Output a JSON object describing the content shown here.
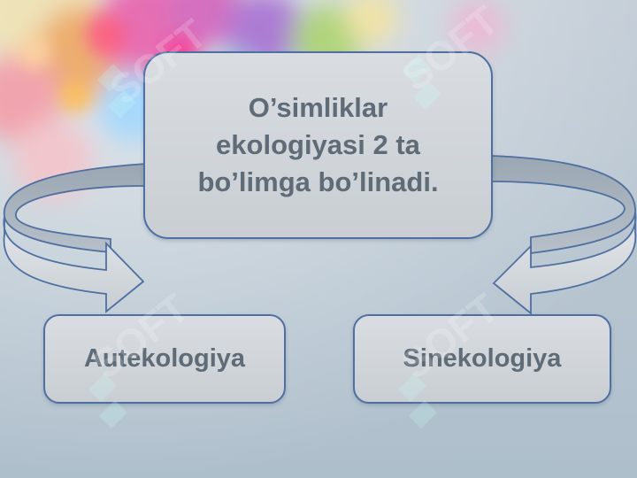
{
  "diagram": {
    "root": {
      "label": "O’simliklar ekologiyasi 2 ta bo’limga bo’linadi."
    },
    "children": [
      {
        "label": "Autekologiya"
      },
      {
        "label": "Sinekologiya"
      }
    ]
  },
  "colors": {
    "background": "#bcc8d3",
    "box_fill": "#d3d7dc",
    "box_border": "#4f6fa0",
    "text": "#5f6b77",
    "arrow_fill": "#d7dbe0",
    "arrow_shadow": "#a7b2bd"
  },
  "watermark": {
    "text": "SOFT",
    "kind": "logo watermark"
  }
}
